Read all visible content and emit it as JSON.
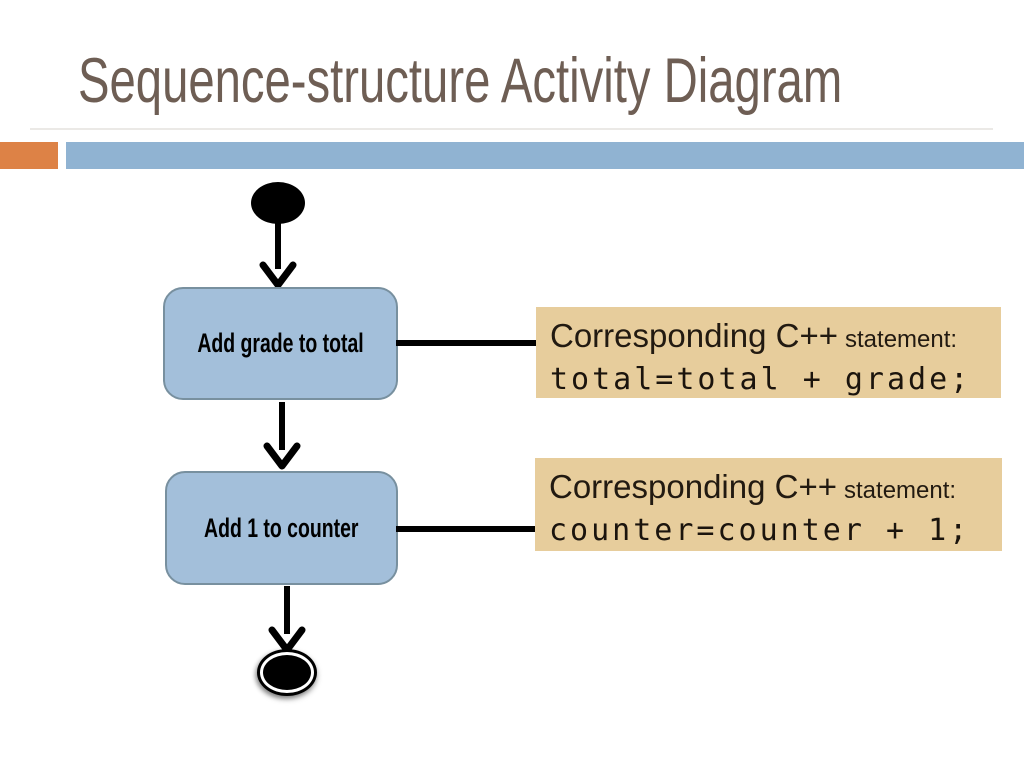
{
  "slide": {
    "title": "Sequence-structure Activity Diagram"
  },
  "colors": {
    "title-text": "#6e5e54",
    "accent-orange": "#dd8246",
    "accent-blue": "#90b3d2",
    "node-fill": "#a3bfda",
    "node-border": "#78909f",
    "callout-bg": "#e7cd9c",
    "callout-text": "#221a11",
    "ink": "#000000"
  },
  "diagram": {
    "start_node": {
      "type": "initial-node"
    },
    "actions": [
      {
        "label": "Add grade to total"
      },
      {
        "label": "Add 1 to counter"
      }
    ],
    "end_node": {
      "type": "final-node"
    },
    "callouts": [
      {
        "heading_main": "Corresponding C++",
        "heading_tail": "statement:",
        "code": "total=total + grade;"
      },
      {
        "heading_main": "Corresponding C++",
        "heading_tail": "statement:",
        "code": "counter=counter + 1;"
      }
    ]
  }
}
